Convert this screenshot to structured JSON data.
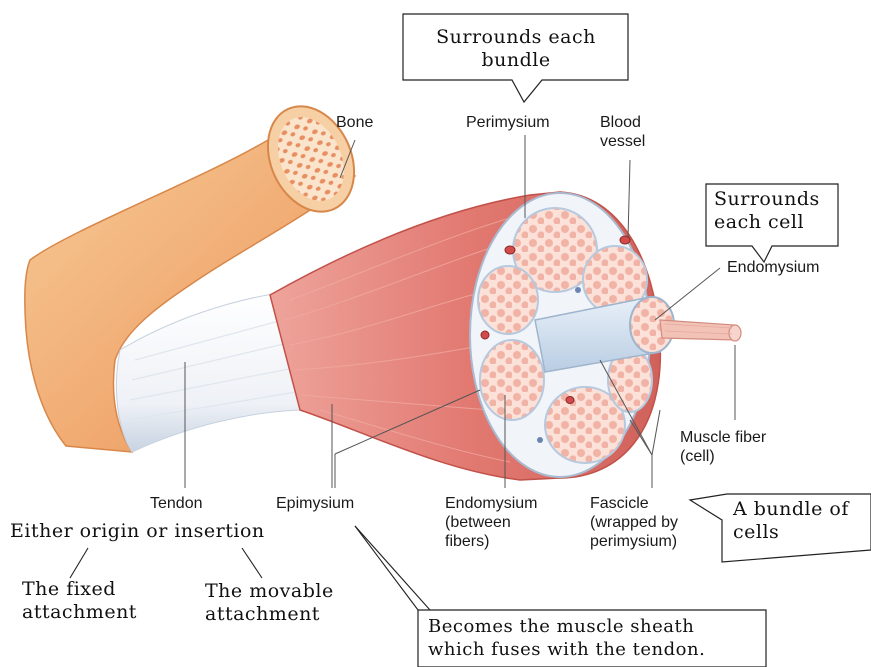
{
  "labels": {
    "bone": "Bone",
    "perimysium": "Perimysium",
    "blood_vessel": [
      "Blood",
      "vessel"
    ],
    "endomysium": "Endomysium",
    "muscle_fiber": [
      "Muscle fiber",
      "(cell)"
    ],
    "tendon": "Tendon",
    "epimysium": "Epimysium",
    "endomysium_between": [
      "Endomysium",
      "(between",
      "fibers)"
    ],
    "fascicle": [
      "Fascicle",
      "(wrapped by",
      "perimysium)"
    ]
  },
  "annotations": {
    "perimysium_note": [
      "Surrounds each",
      "bundle"
    ],
    "endomysium_note": [
      "Surrounds",
      "each cell"
    ],
    "fascicle_note": [
      "A bundle of",
      "cells"
    ],
    "tendon_note": "Either origin or insertion",
    "fixed_note": [
      "The fixed",
      "attachment"
    ],
    "movable_note": [
      "The movable",
      "attachment"
    ],
    "epimysium_note": [
      "Becomes the muscle sheath",
      "which fuses with the tendon."
    ]
  },
  "colors": {
    "bone_outer": "#f3b77d",
    "bone_inner": "#f9dcc0",
    "muscle": "#e57e78",
    "muscle_dark": "#c9534d",
    "fiber": "#f6c3b9",
    "sheath": "#d6e4f1",
    "tendon": "#f4f4f4"
  }
}
